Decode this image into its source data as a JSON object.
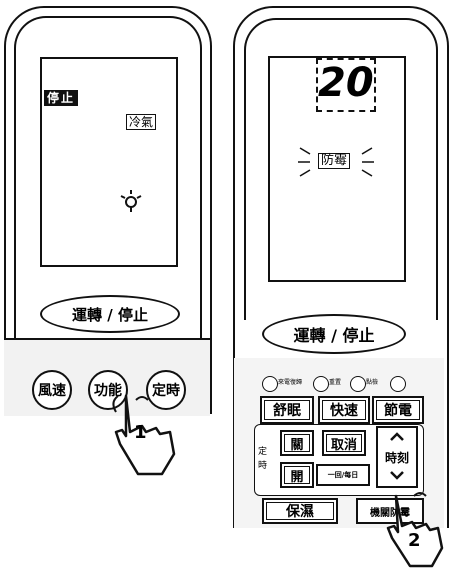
{
  "left_remote": {
    "lcd_stop": "停止",
    "lcd_cool": "冷氣",
    "run_stop": "運轉 / 停止",
    "buttons": {
      "fan": "風速",
      "function": "功能",
      "timer": "定時"
    },
    "step": "1"
  },
  "right_remote": {
    "lcd_temp": "20",
    "lcd_mold": "防霉",
    "run_stop": "運轉 / 停止",
    "indicators": [
      "來電復歸",
      "重置",
      "點檢"
    ],
    "row1": [
      "舒眠",
      "快速",
      "節電"
    ],
    "timer_group": {
      "label_top": "定",
      "label_bottom": "時",
      "off": "關",
      "cancel": "取消",
      "on": "開",
      "daily": "一回/每日",
      "time": "時刻"
    },
    "humidity": "保濕",
    "mold_off": "機關防霉",
    "step": "2"
  }
}
